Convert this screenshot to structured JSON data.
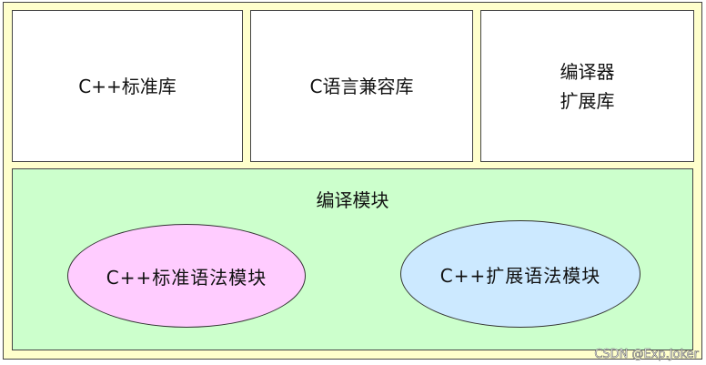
{
  "top_boxes": [
    {
      "label": "C++标准库"
    },
    {
      "label": "C语言兼容库"
    },
    {
      "label_line1": "编译器",
      "label_line2": "扩展库"
    }
  ],
  "module": {
    "title": "编译模块",
    "ellipses": [
      {
        "label": "C++标准语法模块",
        "color": "#ffccff"
      },
      {
        "label": "C++扩展语法模块",
        "color": "#cce9ff"
      }
    ]
  },
  "watermark": "CSDN @Exp.Joker"
}
